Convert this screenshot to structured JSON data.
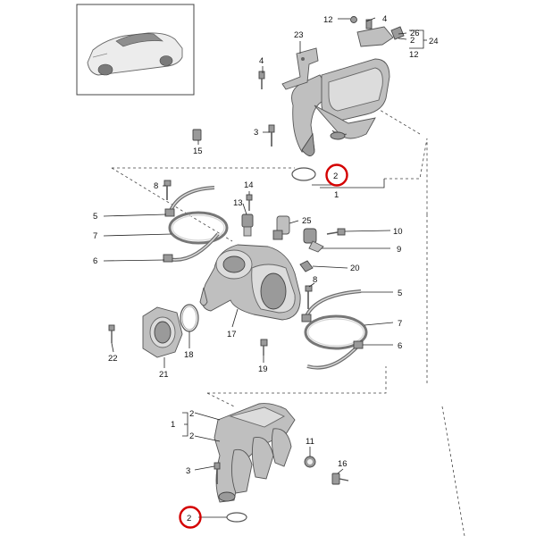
{
  "callouts": {
    "c1": "1",
    "c2": "2",
    "c3": "3",
    "c4": "4",
    "c5": "5",
    "c6": "6",
    "c7": "7",
    "c8": "8",
    "c9": "9",
    "c10": "10",
    "c11": "11",
    "c12": "12",
    "c13": "13",
    "c14": "14",
    "c15": "15",
    "c16": "16",
    "c17": "17",
    "c18": "18",
    "c19": "19",
    "c20": "20",
    "c21": "21",
    "c22": "22",
    "c23": "23",
    "c24": "24",
    "c25": "25",
    "c26": "26"
  },
  "colors": {
    "highlight": "#d40000",
    "part_fill": "#bfbfbf",
    "line": "#222222"
  }
}
